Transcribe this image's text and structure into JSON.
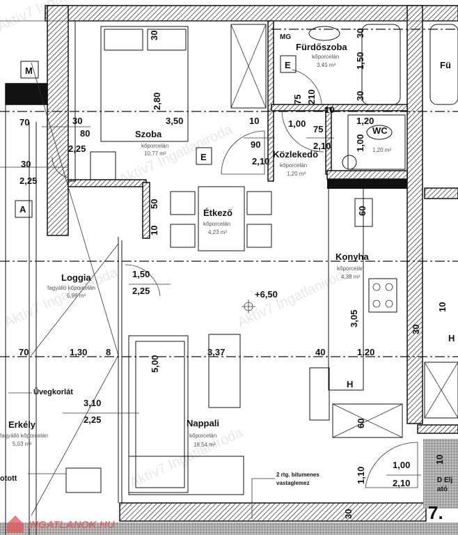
{
  "rooms": {
    "szoba": {
      "name": "Szoba",
      "floor": "kőporcelán",
      "area": "10,77 m²"
    },
    "furdo": {
      "name": "Fürdőszoba",
      "floor": "kőporcelán",
      "area": "3,45 m²"
    },
    "wc": {
      "name": "WC",
      "floor": "",
      "area": "1,20 m²"
    },
    "kozlekedo": {
      "name": "Közlekedő",
      "floor": "kőporcelán",
      "area": "1,20 m²"
    },
    "etkezo": {
      "name": "Étkező",
      "floor": "kőporcelán",
      "area": "4,23 m²"
    },
    "konyha": {
      "name": "Konyha",
      "floor": "kőporcelán",
      "area": "4,38 m²"
    },
    "loggia": {
      "name": "Loggia",
      "floor": "fagyálló kőporcelán",
      "area": "5,98 m²"
    },
    "nappali": {
      "name": "Nappali",
      "floor": "kőporcelán",
      "area": "18,54 m²"
    },
    "erkely": {
      "name": "Erkély",
      "floor": "fagyálló kőporcelán",
      "area": "5,03 m²"
    }
  },
  "markers": {
    "m": "M",
    "a": "A",
    "e1": "E",
    "e2": "E",
    "mg": "MG",
    "h1": "H",
    "h2": "H",
    "level": "+6,50",
    "unit_number": "7.",
    "neighbor_bath": "Fü",
    "neighbor_room": "D Elj",
    "neighbor_room2": "ató"
  },
  "notes": {
    "glass_railing": "Üvegkorlát",
    "bitumen_1": "2 rtg. bitumenes",
    "bitumen_2": "vastaglemez",
    "partial": "otott"
  },
  "dimensions": [
    "30",
    "2,80",
    "3,50",
    "30",
    "80",
    "2,25",
    "70",
    "30",
    "2,25",
    "10",
    "90",
    "2,10",
    "75",
    "210",
    "10",
    "1,00",
    "75",
    "2,10",
    "1,50",
    "30",
    "30",
    "1,20",
    "1,00",
    "50",
    "10",
    "60",
    "3,05",
    "30",
    "1,50",
    "2,25",
    "70",
    "1,30",
    "8",
    "5,00",
    "3,37",
    "40",
    "1,20",
    "3,10",
    "2,25",
    "60",
    "1,10",
    "1,00",
    "2,10",
    "10",
    "30",
    "10"
  ],
  "watermark": "Aktív7 Ingatlaniroda",
  "logo": "INGATLANOK.HU"
}
